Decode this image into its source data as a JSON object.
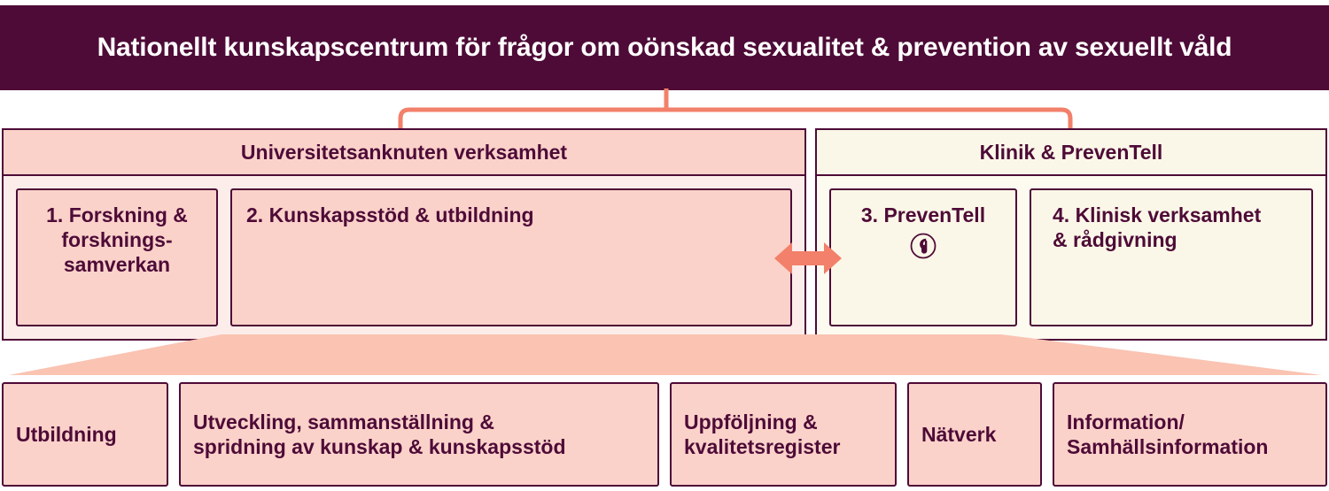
{
  "title": {
    "text": "Nationellt kunskapscentrum för frågor om oönskad sexualitet & prevention av sexuellt våld"
  },
  "colors": {
    "title_bar_bg": "#4E0B37",
    "title_text": "#FFFFFF",
    "ink": "#4E0B37",
    "pink_header": "#FBD2CA",
    "pink_panel": "#FDEDEA",
    "cream_header": "#FBF7E8",
    "cream_panel": "#FDFAF0",
    "coral": "#F2806A",
    "funnel": "#FAC3B2"
  },
  "panels": [
    {
      "id": "universitetsanknuten",
      "header": "Universitetsanknuten verksamhet",
      "cards": [
        {
          "id": "card-1",
          "label": "1. Forskning &\nforsknings-\nsamverkan",
          "icon": null
        },
        {
          "id": "card-2",
          "label": "2. Kunskapsstöd & utbildning",
          "icon": null
        }
      ]
    },
    {
      "id": "klinik-preventell",
      "header": "Klinik & PrevenTell",
      "cards": [
        {
          "id": "card-3",
          "label": "3. PrevenTell",
          "icon": "phone-icon"
        },
        {
          "id": "card-4",
          "label": "4. Klinisk verksamhet\n& rådgivning",
          "icon": null
        }
      ]
    }
  ],
  "connectors": {
    "bracket": "title-to-panels-bracket",
    "arrow": "double-headed-arrow"
  },
  "bottom_items": [
    {
      "id": "utbildning",
      "label": "Utbildning"
    },
    {
      "id": "utveckling",
      "label": "Utveckling, sammanställning &\nspridning av kunskap & kunskapsstöd"
    },
    {
      "id": "uppfoljning",
      "label": "Uppföljning &\nkvalitetsregister"
    },
    {
      "id": "natverk",
      "label": "Nätverk"
    },
    {
      "id": "information",
      "label": "Information/\nSamhällsinformation"
    }
  ]
}
